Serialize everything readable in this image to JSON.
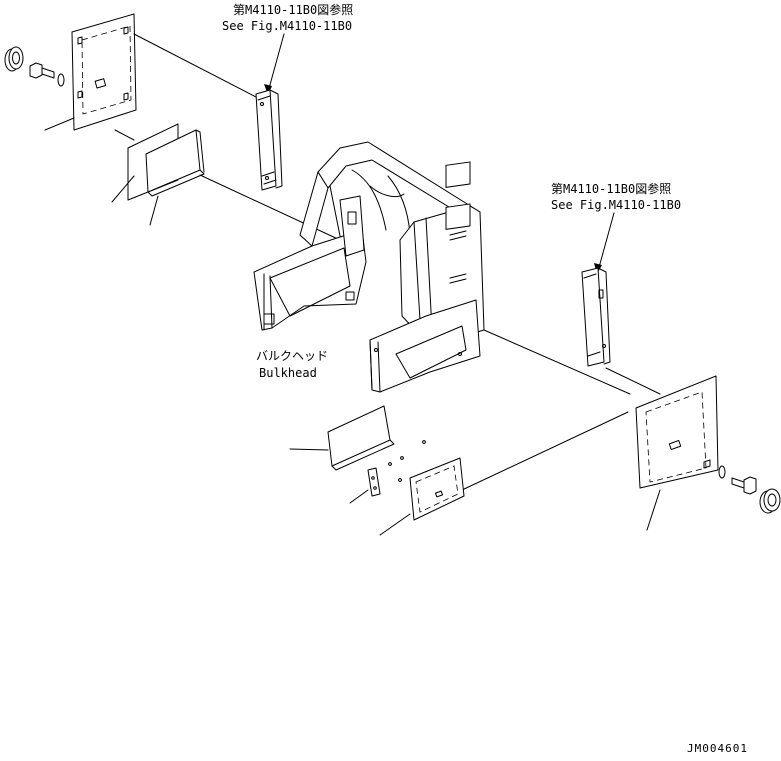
{
  "callouts": {
    "top_jp": "第M4110-11B0図参照",
    "top_en": "See Fig.M4110-11B0",
    "right_jp": "第M4110-11B0図参照",
    "right_en": "See Fig.M4110-11B0"
  },
  "bulkhead": {
    "jp": "バルクヘッド",
    "en": "Bulkhead"
  },
  "drawing_number": "JM004601"
}
